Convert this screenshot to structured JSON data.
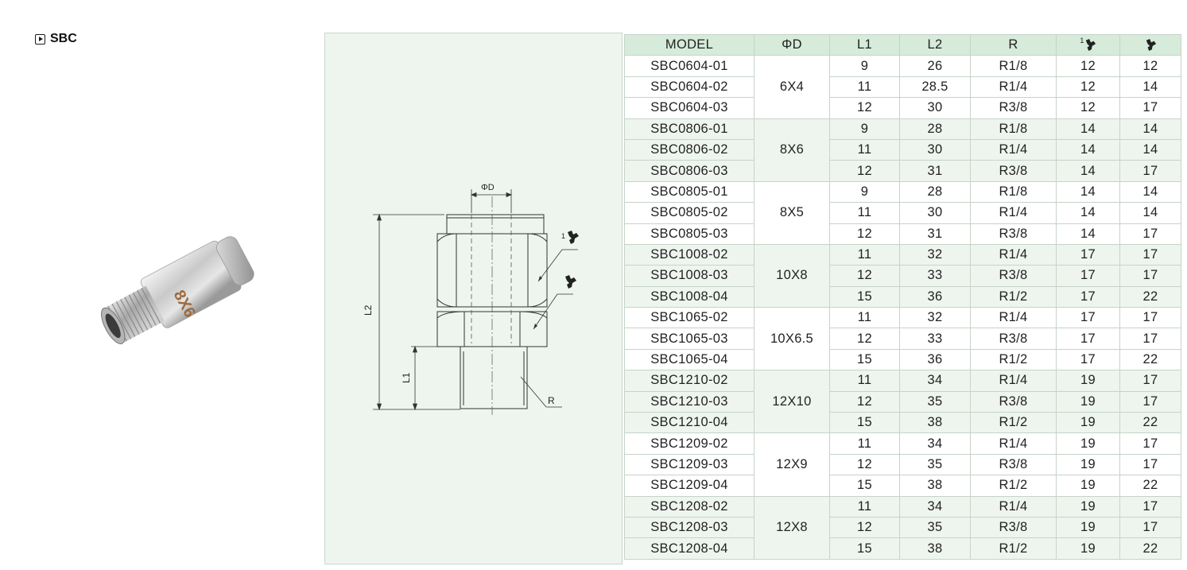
{
  "section": {
    "title": "SBC"
  },
  "photo": {
    "marking": "8X6"
  },
  "drawing": {
    "label_od": "ΦD",
    "label_l1": "L1",
    "label_l2": "L2",
    "label_r": "R",
    "wrench1_index": "1"
  },
  "table": {
    "headers": [
      "MODEL",
      "ΦD",
      "L1",
      "L2",
      "R"
    ],
    "wrench1_index": "1",
    "groups": [
      {
        "od": "6X4",
        "rows": [
          [
            "SBC0604-01",
            "9",
            "26",
            "R1/8",
            "12",
            "12"
          ],
          [
            "SBC0604-02",
            "11",
            "28.5",
            "R1/4",
            "12",
            "14"
          ],
          [
            "SBC0604-03",
            "12",
            "30",
            "R3/8",
            "12",
            "17"
          ]
        ]
      },
      {
        "od": "8X6",
        "rows": [
          [
            "SBC0806-01",
            "9",
            "28",
            "R1/8",
            "14",
            "14"
          ],
          [
            "SBC0806-02",
            "11",
            "30",
            "R1/4",
            "14",
            "14"
          ],
          [
            "SBC0806-03",
            "12",
            "31",
            "R3/8",
            "14",
            "17"
          ]
        ]
      },
      {
        "od": "8X5",
        "rows": [
          [
            "SBC0805-01",
            "9",
            "28",
            "R1/8",
            "14",
            "14"
          ],
          [
            "SBC0805-02",
            "11",
            "30",
            "R1/4",
            "14",
            "14"
          ],
          [
            "SBC0805-03",
            "12",
            "31",
            "R3/8",
            "14",
            "17"
          ]
        ]
      },
      {
        "od": "10X8",
        "rows": [
          [
            "SBC1008-02",
            "11",
            "32",
            "R1/4",
            "17",
            "17"
          ],
          [
            "SBC1008-03",
            "12",
            "33",
            "R3/8",
            "17",
            "17"
          ],
          [
            "SBC1008-04",
            "15",
            "36",
            "R1/2",
            "17",
            "22"
          ]
        ]
      },
      {
        "od": "10X6.5",
        "rows": [
          [
            "SBC1065-02",
            "11",
            "32",
            "R1/4",
            "17",
            "17"
          ],
          [
            "SBC1065-03",
            "12",
            "33",
            "R3/8",
            "17",
            "17"
          ],
          [
            "SBC1065-04",
            "15",
            "36",
            "R1/2",
            "17",
            "22"
          ]
        ]
      },
      {
        "od": "12X10",
        "rows": [
          [
            "SBC1210-02",
            "11",
            "34",
            "R1/4",
            "19",
            "17"
          ],
          [
            "SBC1210-03",
            "12",
            "35",
            "R3/8",
            "19",
            "17"
          ],
          [
            "SBC1210-04",
            "15",
            "38",
            "R1/2",
            "19",
            "22"
          ]
        ]
      },
      {
        "od": "12X9",
        "rows": [
          [
            "SBC1209-02",
            "11",
            "34",
            "R1/4",
            "19",
            "17"
          ],
          [
            "SBC1209-03",
            "12",
            "35",
            "R3/8",
            "19",
            "17"
          ],
          [
            "SBC1209-04",
            "15",
            "38",
            "R1/2",
            "19",
            "22"
          ]
        ]
      },
      {
        "od": "12X8",
        "rows": [
          [
            "SBC1208-02",
            "11",
            "34",
            "R1/4",
            "19",
            "17"
          ],
          [
            "SBC1208-03",
            "12",
            "35",
            "R3/8",
            "19",
            "17"
          ],
          [
            "SBC1208-04",
            "15",
            "38",
            "R1/2",
            "19",
            "22"
          ]
        ]
      }
    ]
  },
  "colors": {
    "header_bg": "#d6ebd9",
    "shade_bg": "#eef5ef",
    "border": "#c6d3c8"
  }
}
